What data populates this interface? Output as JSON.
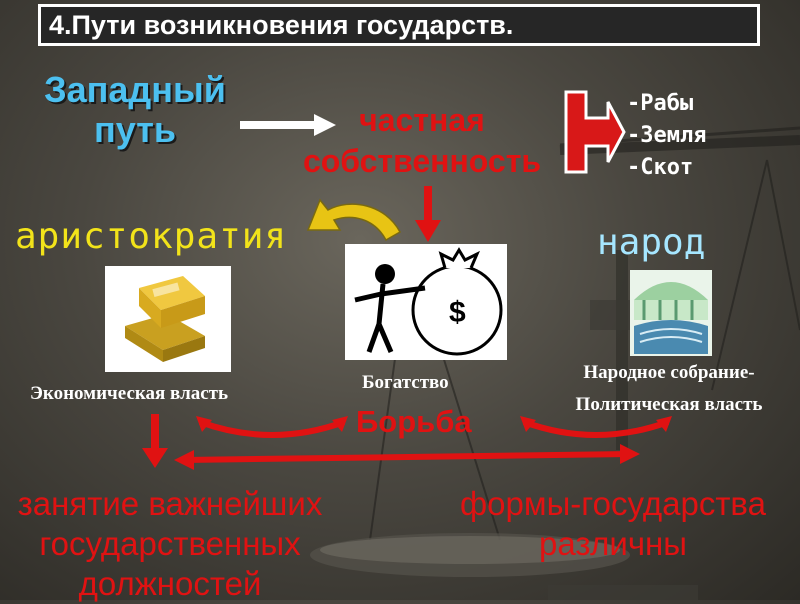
{
  "title": "4.Пути возникновения государств.",
  "west_path": {
    "line1": "Западный",
    "line2": "путь"
  },
  "private_property": {
    "line1": "частная",
    "line2": "собственность"
  },
  "list_items": [
    "-Рабы",
    "-Земля",
    "-Скот"
  ],
  "aristocracy": "аристократия",
  "people": "народ",
  "economic_power": "Экономическая власть",
  "wealth": "Богатство",
  "assembly": {
    "line1": "Народное собрание-",
    "line2": "Политическая власть"
  },
  "struggle": "Борьба",
  "left_bottom": {
    "line1": "занятие важнейших",
    "line2": "государственных",
    "line3": "должностей"
  },
  "right_bottom": {
    "line1": "формы-государства",
    "line2": "различны"
  },
  "colors": {
    "title_bg": "#262626",
    "west_blue": "#4cc0f0",
    "accent_red": "#e01212",
    "aristo_yellow": "#f2e31a",
    "people_blue": "#a6e6ff"
  },
  "icons": [
    "scale-background",
    "gold-bars-icon",
    "money-bag-icon",
    "assembly-hall-icon"
  ]
}
